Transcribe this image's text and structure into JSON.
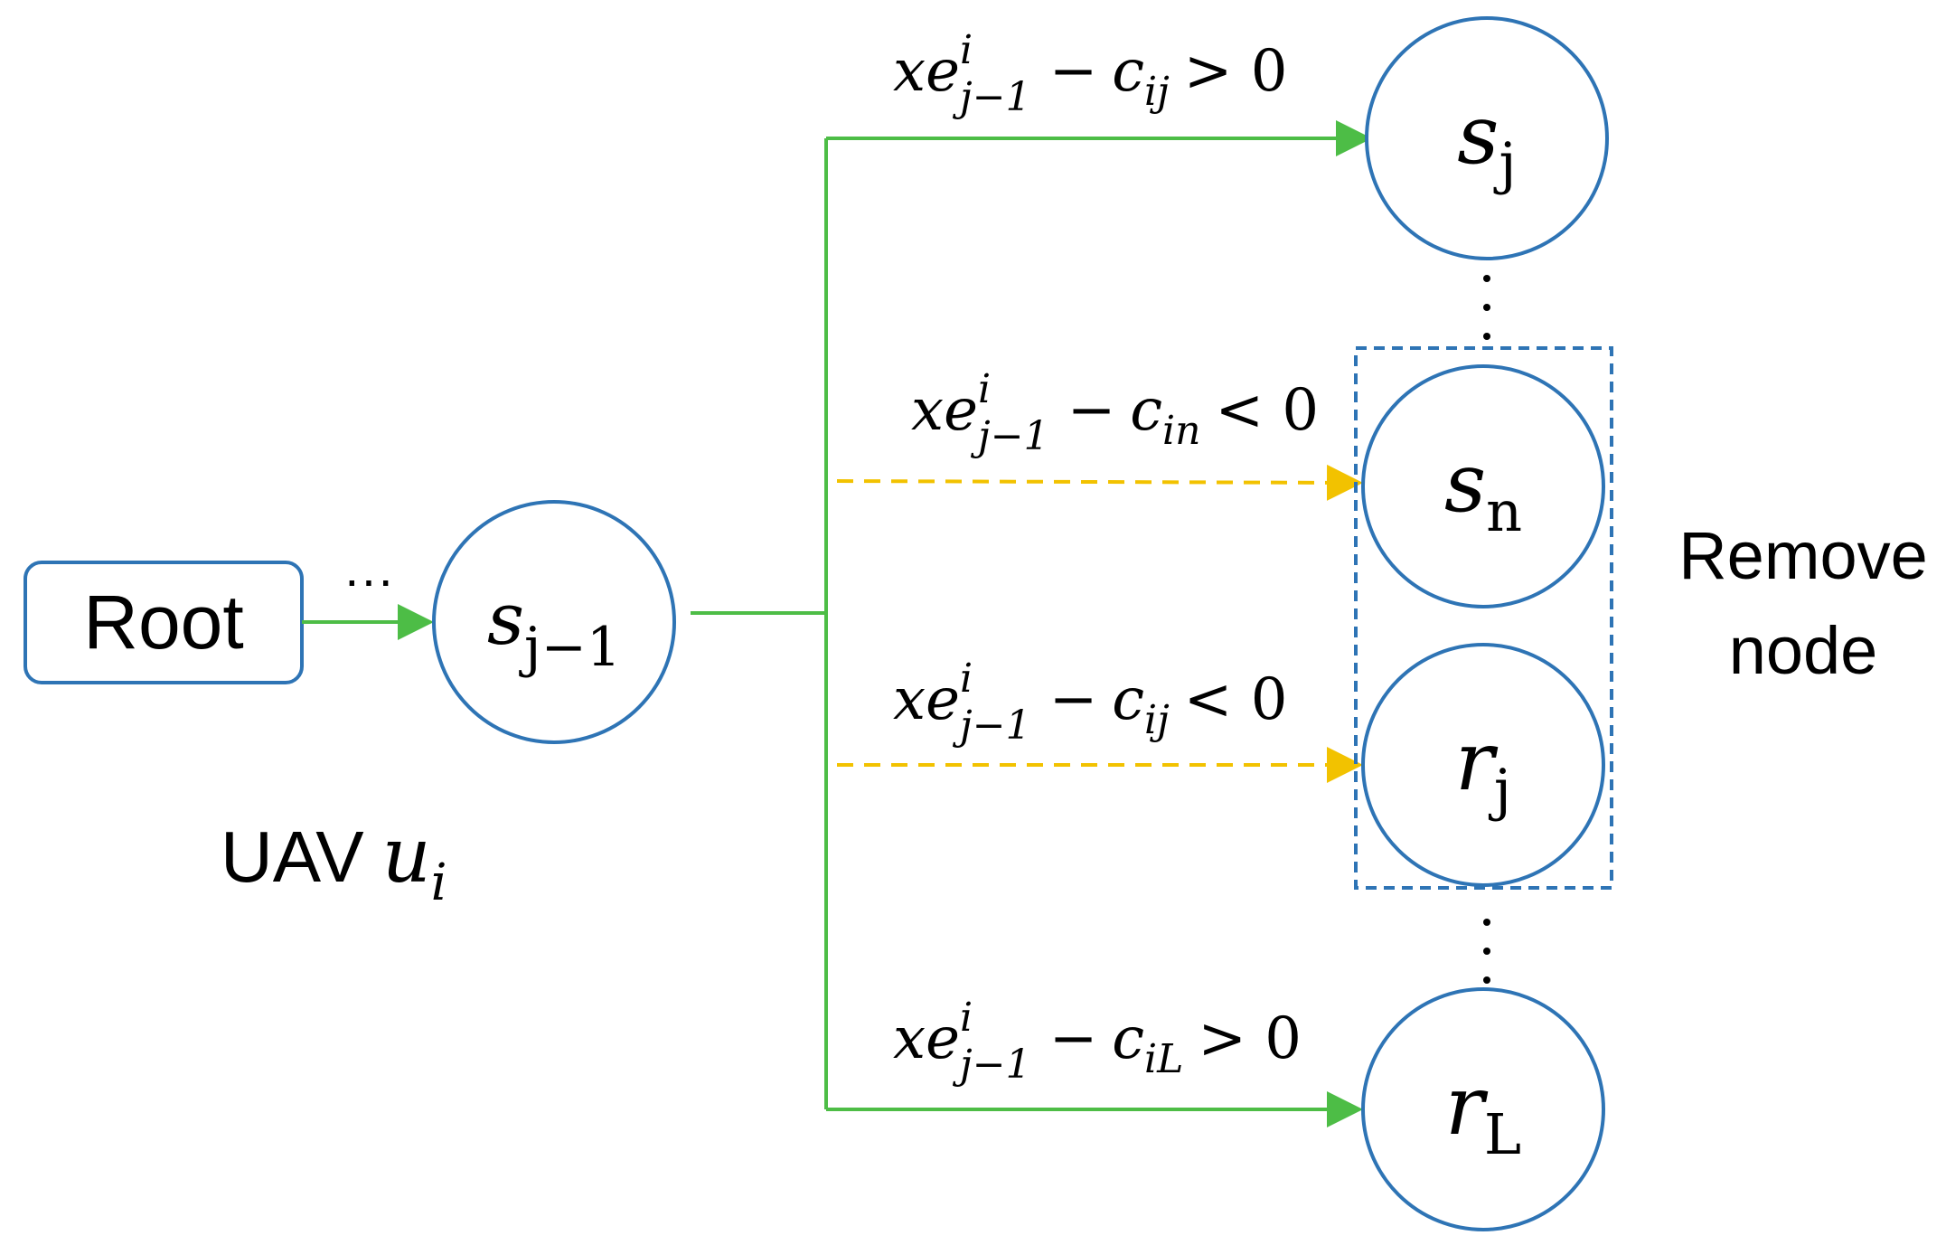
{
  "root_label": "Root",
  "ellipsis": "···",
  "source_node": {
    "var": "s",
    "sub": "j−1"
  },
  "uav_caption": {
    "text": "UAV",
    "var": "u",
    "sub": "i"
  },
  "remove_label": {
    "line1": "Remove",
    "line2": "node"
  },
  "targets": [
    {
      "id": "sj",
      "var": "s",
      "sub": "j"
    },
    {
      "id": "sn",
      "var": "s",
      "sub": "n"
    },
    {
      "id": "rj",
      "var": "r",
      "sub": "j"
    },
    {
      "id": "rL",
      "var": "r",
      "sub": "L"
    }
  ],
  "conditions": [
    {
      "head": "xe",
      "sup": "i",
      "sub": "j−1",
      "minus": "−",
      "c": "c",
      "csub": "ij",
      "rel": "> 0"
    },
    {
      "head": "xe",
      "sup": "i",
      "sub": "j−1",
      "minus": "−",
      "c": "c",
      "csub": "in",
      "rel": "< 0"
    },
    {
      "head": "xe",
      "sup": "i",
      "sub": "j−1",
      "minus": "−",
      "c": "c",
      "csub": "ij",
      "rel": "< 0"
    },
    {
      "head": "xe",
      "sup": "i",
      "sub": "j−1",
      "minus": "−",
      "c": "c",
      "csub": "iL",
      "rel": "> 0"
    }
  ],
  "colors": {
    "node_stroke": "#2e74b5",
    "remove_box": "#2e74b5",
    "kept_edge": "#4dbd46",
    "removed_edge": "#f2c200"
  }
}
